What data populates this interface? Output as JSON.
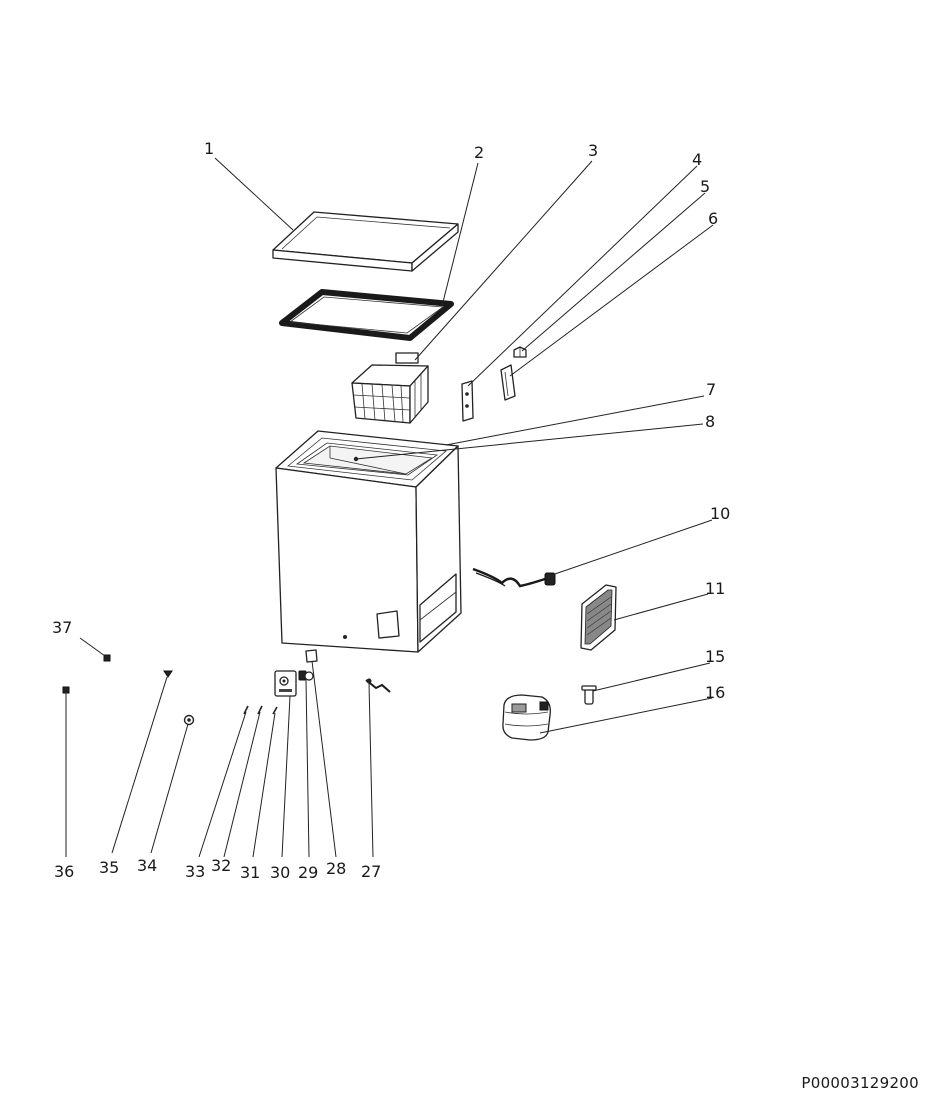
{
  "diagram": {
    "reference_code": "P00003129200",
    "part_labels": {
      "p1": "1",
      "p2": "2",
      "p3": "3",
      "p4": "4",
      "p5": "5",
      "p6": "6",
      "p7": "7",
      "p8": "8",
      "p10": "10",
      "p11": "11",
      "p15": "15",
      "p16": "16",
      "p27": "27",
      "p28": "28",
      "p29": "29",
      "p30": "30",
      "p31": "31",
      "p32": "32",
      "p33": "33",
      "p34": "34",
      "p35": "35",
      "p36": "36",
      "p37": "37"
    },
    "parts": [
      {
        "number": "1",
        "icon": "freezer-lid"
      },
      {
        "number": "2",
        "icon": "lid-gasket"
      },
      {
        "number": "3",
        "icon": "wire-basket"
      },
      {
        "number": "4",
        "icon": "hinge-plate"
      },
      {
        "number": "5",
        "icon": "hinge-clip"
      },
      {
        "number": "6",
        "icon": "hinge-bracket"
      },
      {
        "number": "7",
        "icon": "top-frame"
      },
      {
        "number": "8",
        "icon": "inner-liner"
      },
      {
        "number": "10",
        "icon": "power-cord"
      },
      {
        "number": "11",
        "icon": "condenser-grille"
      },
      {
        "number": "15",
        "icon": "drain-tube"
      },
      {
        "number": "16",
        "icon": "compressor"
      },
      {
        "number": "27",
        "icon": "pipe-connector"
      },
      {
        "number": "28",
        "icon": "light-cover"
      },
      {
        "number": "29",
        "icon": "knob"
      },
      {
        "number": "30",
        "icon": "thermostat-panel"
      },
      {
        "number": "31",
        "icon": "screw"
      },
      {
        "number": "32",
        "icon": "screw"
      },
      {
        "number": "33",
        "icon": "screw"
      },
      {
        "number": "34",
        "icon": "washer"
      },
      {
        "number": "35",
        "icon": "screw"
      },
      {
        "number": "36",
        "icon": "foot"
      },
      {
        "number": "37",
        "icon": "plug"
      }
    ]
  }
}
